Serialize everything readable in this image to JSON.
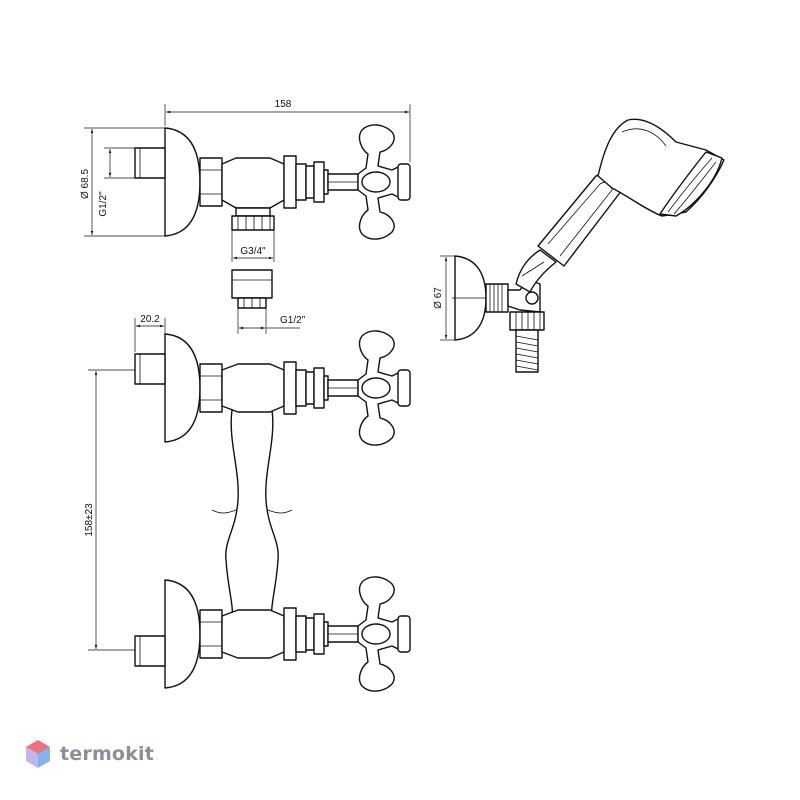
{
  "dimensions": {
    "overall_width": "158",
    "height_top": "Ø 68.5",
    "inlet_thread": "G1/2\"",
    "outlet_thread": "G3/4\"",
    "adapter_thread": "G1/2\"",
    "wall_offset": "20.2",
    "centers": "158±23",
    "holder_diameter": "Ø 67"
  },
  "brand": {
    "name": "termokit",
    "logo_colors": [
      "#e85a6a",
      "#6fa6e8",
      "#b9a7e6"
    ]
  }
}
